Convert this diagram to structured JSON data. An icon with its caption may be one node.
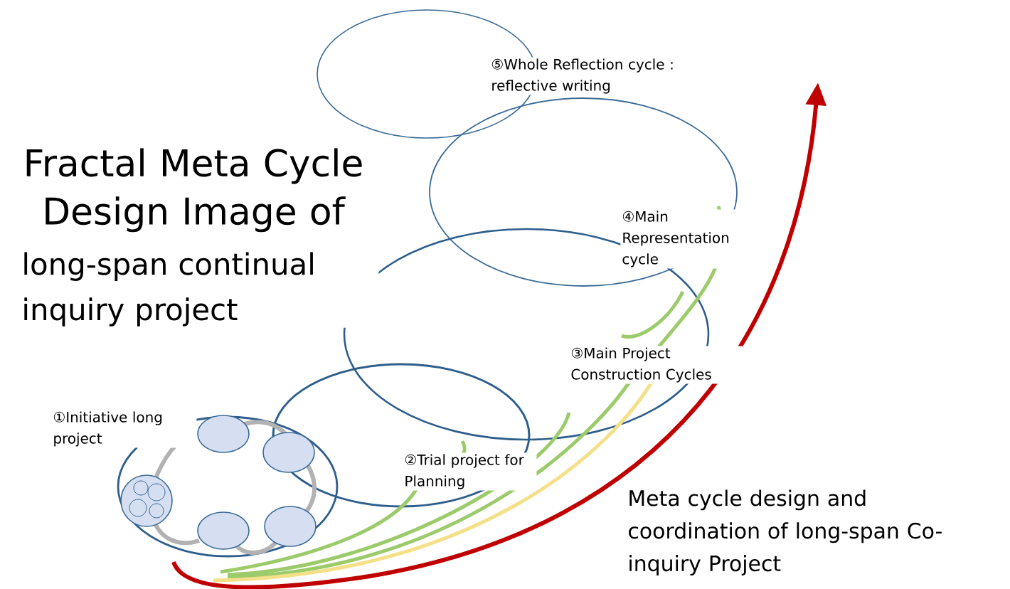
{
  "diagram": {
    "title": "Fractal Meta Cycle Design Image of",
    "labels": [
      "long-span continual inquiry project",
      "⑤Whole Reflection cycle : reflective writing",
      "④Main Representation cycle",
      "③Main Project Construction Cycles",
      "②Trial project for Planning",
      "①Initiative long project",
      "Meta cycle design and coordination of long-span Co-inquiry Project"
    ]
  }
}
